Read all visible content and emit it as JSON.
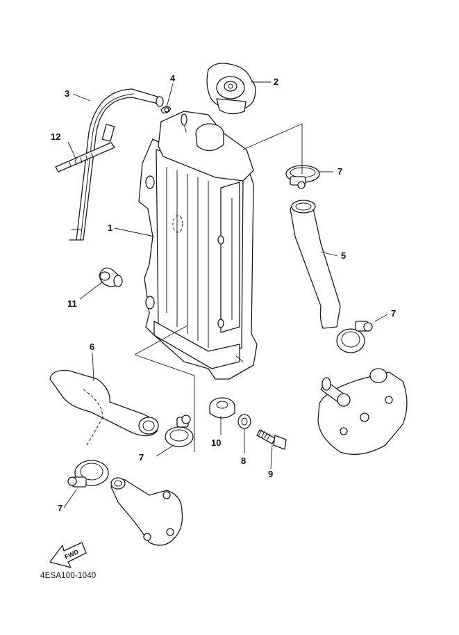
{
  "diagram": {
    "caption": "4ESA100-1040",
    "fwd_text": "FWD",
    "labels": {
      "p1": "1",
      "p2": "2",
      "p3": "3",
      "p4": "4",
      "p5": "5",
      "p6": "6",
      "p7a": "7",
      "p7b": "7",
      "p7c": "7",
      "p7d": "7",
      "p8": "8",
      "p9": "9",
      "p10": "10",
      "p11": "11",
      "p12": "12"
    }
  }
}
